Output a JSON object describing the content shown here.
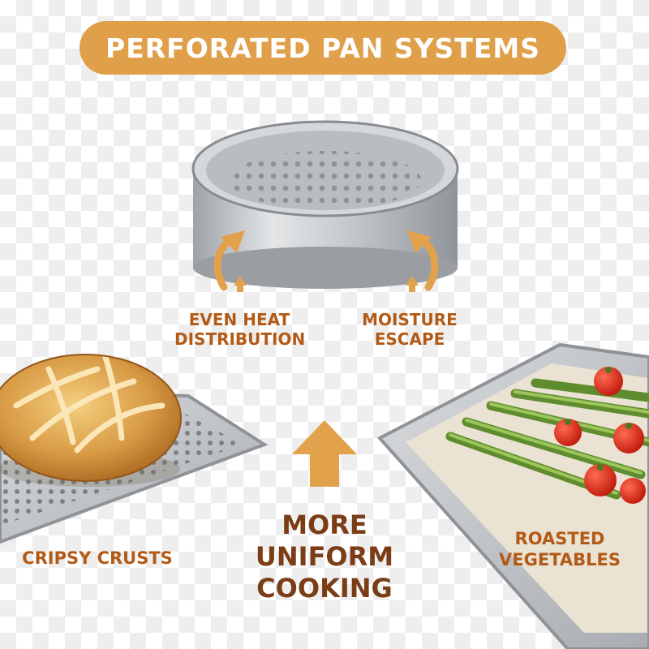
{
  "title": "PERFORATED PAN SYSTEMS",
  "features": {
    "heat_line1": "EVEN HEAT",
    "heat_line2": "DISTRIBUTION",
    "moisture_line1": "MOISTURE",
    "moisture_line2": "ESCAPE"
  },
  "result": {
    "line1": "MORE",
    "line2": "UNIFORM",
    "line3": "COOKING"
  },
  "examples": {
    "bread": "CRIPSY CRUSTS",
    "veg_line1": "ROASTED",
    "veg_line2": "VEGETABLES"
  },
  "colors": {
    "badge": "#e0a04a",
    "arrow": "#e2a24c",
    "text": "#7a3d16",
    "metal": "#c5c8cc"
  },
  "icons": [
    "perforated-pan-icon",
    "heat-arrow-icon",
    "moisture-arrow-icon",
    "up-arrow-icon",
    "bread-loaf-icon",
    "asparagus-tray-icon",
    "tomato-icon"
  ]
}
